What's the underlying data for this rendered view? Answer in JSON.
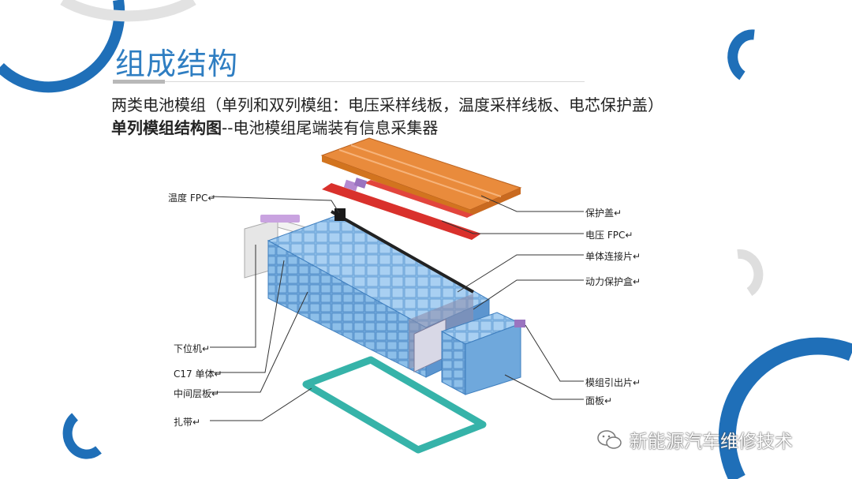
{
  "slide": {
    "title": "组成结构",
    "line1": "两类电池模组（单列和双列模组：电压采样线板，温度采样线板、电芯保护盖）",
    "line2_bold": "单列模组结构图",
    "line2_rest": "--电池模组尾端装有信息采集器"
  },
  "diagram_labels": {
    "temp_fpc": "温度 FPC↵",
    "cover": "保护盖↵",
    "volt_fpc": "电压 FPC↵",
    "connector": "单体连接片↵",
    "power_box": "动力保护盒↵",
    "lower_unit": "下位机↵",
    "c17_cell": "C17 单体↵",
    "mid_plate": "中间层板↵",
    "strap": "扎带↵",
    "lead_out": "模组引出片↵",
    "panel": "面板↵"
  },
  "watermark": {
    "text": "新能源汽车维修技术"
  },
  "colors": {
    "brand_blue": "#1f6fb8",
    "cover_orange": "#e98b3c",
    "fpc_red": "#d9312c",
    "cell_blue": "#8fc0ea",
    "strap_teal": "#36b3a9"
  }
}
